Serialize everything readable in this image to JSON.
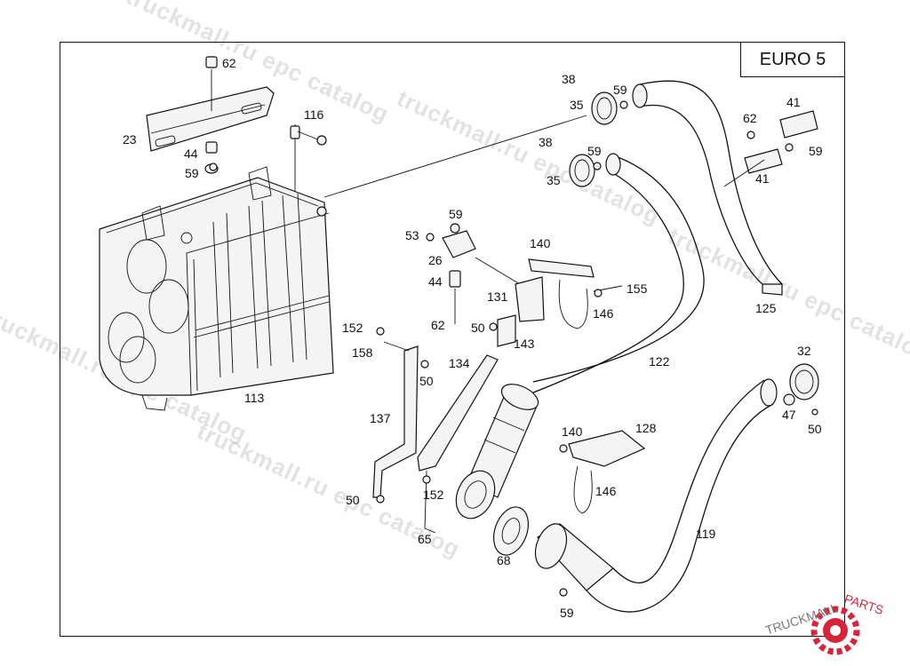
{
  "badge": "EURO 5",
  "watermarks": [
    "truckmall.ru epc catalog",
    "truckmall.ru epc catalog",
    "truckmall.ru epc catalog",
    "truckmall.ru epc catalog",
    "truckmall.ru epc catalog"
  ],
  "logo": {
    "text_primary": "TRUCKMALL",
    "text_accent": "PARTS",
    "accent_color": "#d6253a"
  },
  "labels": [
    "62",
    "23",
    "44",
    "59",
    "116",
    "113",
    "38",
    "59",
    "35",
    "38",
    "59",
    "35",
    "62",
    "41",
    "59",
    "41",
    "59",
    "53",
    "26",
    "44",
    "62",
    "50",
    "140",
    "131",
    "155",
    "146",
    "143",
    "125",
    "152",
    "158",
    "50",
    "134",
    "122",
    "137",
    "32",
    "47",
    "50",
    "140",
    "128",
    "146",
    "152",
    "50",
    "65",
    "68",
    "119",
    "59"
  ]
}
